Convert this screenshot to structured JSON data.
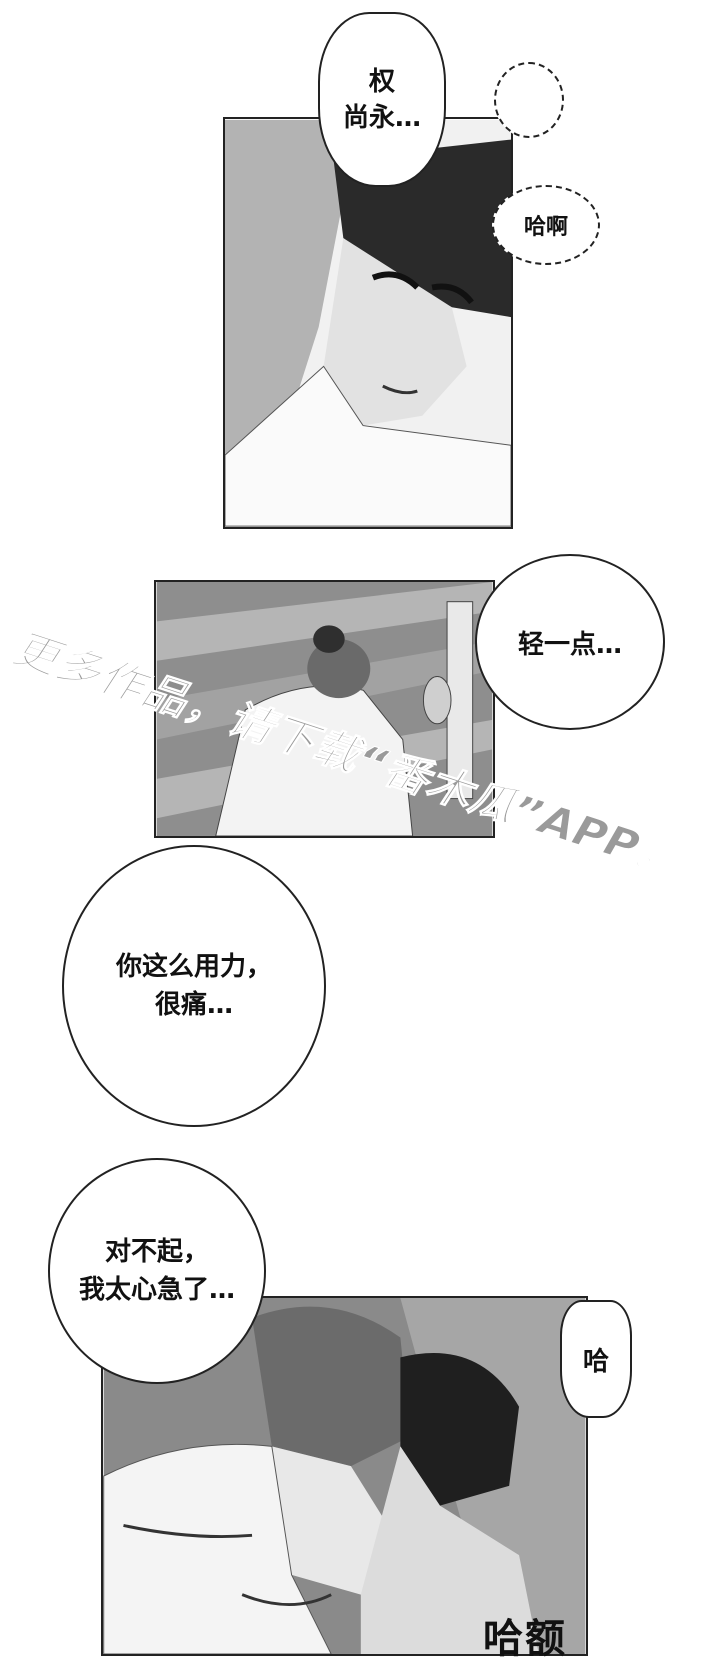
{
  "panels": [
    {
      "id": "panel-1",
      "speech": [
        {
          "lines": [
            "权",
            "尚永…"
          ]
        },
        {
          "lines": [
            "哈啊"
          ]
        }
      ]
    },
    {
      "id": "panel-2",
      "speech": [
        {
          "lines": [
            "轻一点…"
          ]
        }
      ]
    },
    {
      "id": "panel-3",
      "speech": [
        {
          "lines": [
            "你这么用力，",
            "很痛…"
          ]
        }
      ]
    },
    {
      "id": "panel-4",
      "speech": [
        {
          "lines": [
            "对不起，",
            "我太心急了…"
          ]
        },
        {
          "lines": [
            "哈"
          ]
        },
        {
          "lines": [
            "哈额"
          ]
        }
      ]
    }
  ],
  "watermark": {
    "text": "更多作品，请下载“番木瓜”APP。"
  },
  "colors": {
    "ink": "#111111",
    "panel_border": "#222222",
    "screentone_dark": "#7a7a7a",
    "screentone_light": "#d9d9d9",
    "watermark": "#9a9a9a"
  }
}
